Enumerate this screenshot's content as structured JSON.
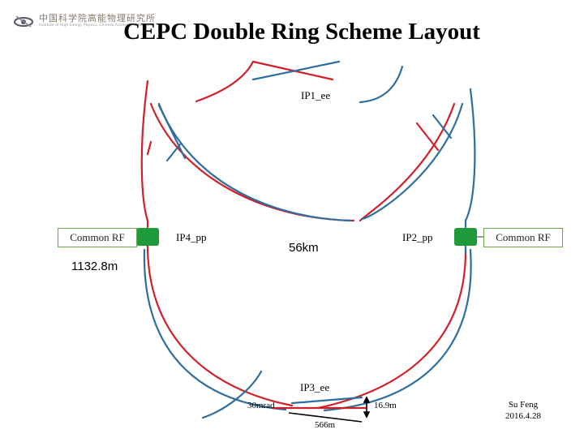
{
  "header": {
    "logo_text": "中国科学院高能物理研究所",
    "logo_subtext": "Institute of High Energy Physics, Chinese Academy of Sciences",
    "title": "CEPC Double Ring Scheme Layout"
  },
  "labels": {
    "rf_left": "Common RF",
    "rf_right": "Common RF",
    "ip1": "IP1_ee",
    "ip2": "IP2_pp",
    "ip3": "IP3_ee",
    "ip4": "IP4_pp",
    "circumference": "56km",
    "rf_straight_length": "1132.8m",
    "crossing_angle": "30mrad",
    "ring_separation": "16.9m",
    "segment_length": "566m",
    "author_name": "Su Feng",
    "author_date": "2016.4.28"
  },
  "colors": {
    "ring_red": "#d0202a",
    "ring_blue": "#2f6e9e",
    "rf_station": "#1f9a3a",
    "box_border": "#6aa84f"
  }
}
